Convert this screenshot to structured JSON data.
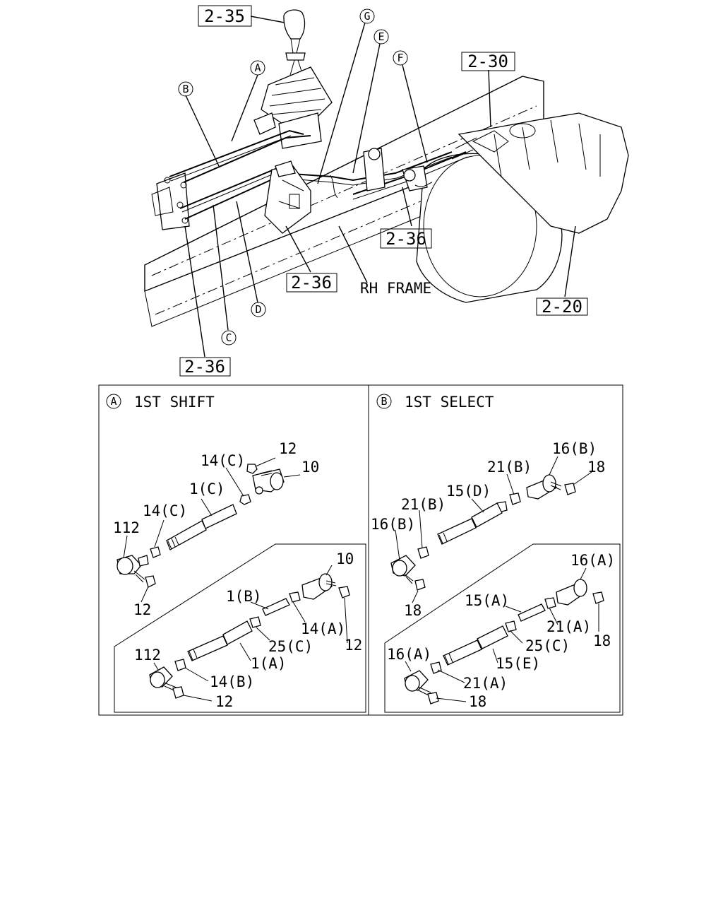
{
  "overview": {
    "ref_boxes": {
      "shift_lever": "2-35",
      "transmission": "2-30",
      "engine": "2-20",
      "bracket_frame": "2-36",
      "bracket_trans": "2-36",
      "bracket_front": "2-36"
    },
    "circle_refs": [
      "A",
      "B",
      "C",
      "D",
      "E",
      "F",
      "G"
    ],
    "frame_label": "RH FRAME"
  },
  "panel_a": {
    "badge": "A",
    "title": "1ST SHIFT",
    "parts": {
      "p12_top": "12",
      "p14c_top": "14(C)",
      "p10_top": "10",
      "p1c": "1(C)",
      "p14c_left": "14(C)",
      "p112_top": "112",
      "p12_left": "12",
      "p10_inset": "10",
      "p1b": "1(B)",
      "p14a": "14(A)",
      "p25c": "25(C)",
      "p12_inset": "12",
      "p112_inset": "112",
      "p1a": "1(A)",
      "p14b": "14(B)",
      "p12_bottom": "12"
    }
  },
  "panel_b": {
    "badge": "B",
    "title": "1ST SELECT",
    "parts": {
      "p16b_top": "16(B)",
      "p21b_top": "21(B)",
      "p18_top": "18",
      "p15d": "15(D)",
      "p21b_left": "21(B)",
      "p16b_left": "16(B)",
      "p18_left": "18",
      "p16a_inset": "16(A)",
      "p15a": "15(A)",
      "p21a_right": "21(A)",
      "p18_right": "18",
      "p25c": "25(C)",
      "p16a_left": "16(A)",
      "p15e": "15(E)",
      "p21a_bottom": "21(A)",
      "p18_bottom": "18"
    }
  }
}
